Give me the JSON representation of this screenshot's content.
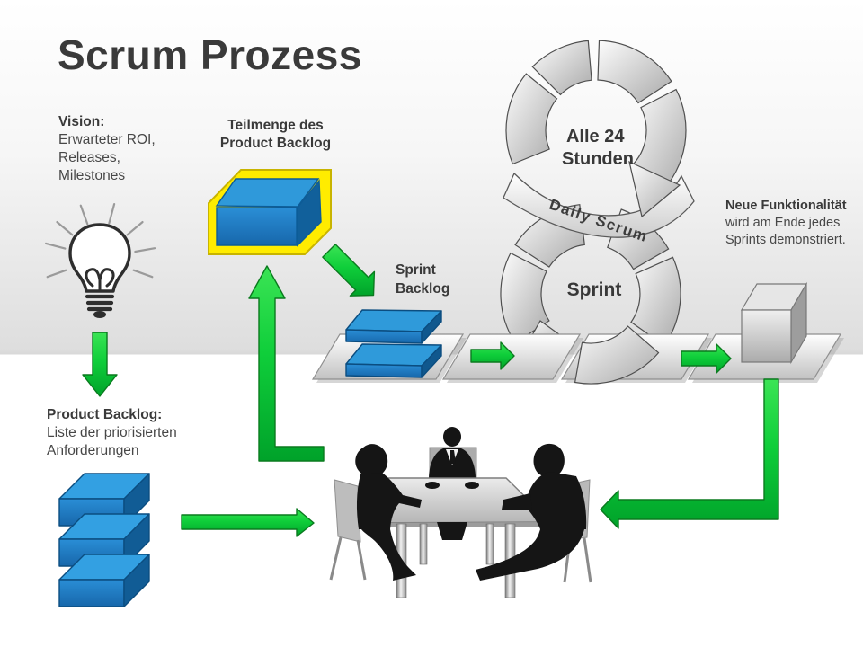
{
  "slide": {
    "title": "Scrum Prozess"
  },
  "vision": {
    "title": "Vision:",
    "lines": [
      "Erwarteter ROI,",
      "Releases,",
      "Milestones"
    ]
  },
  "teilmenge": {
    "lines": [
      "Teilmenge des",
      "Product Backlog"
    ]
  },
  "sprint_backlog_label": {
    "lines": [
      "Sprint",
      "Backlog"
    ]
  },
  "product_backlog": {
    "title": "Product Backlog:",
    "lines": [
      "Liste der priorisierten",
      "Anforderungen"
    ]
  },
  "new_functionality": {
    "title": "Neue Funktionalität",
    "lines": [
      "wird am Ende jedes",
      "Sprints demonstriert."
    ]
  },
  "cycle": {
    "daily_label_line1": "Alle 24",
    "daily_label_line2": "Stunden",
    "ribbon_label": "Daily Scrum",
    "sprint_label": "Sprint"
  },
  "colors": {
    "accent_green": "#12c93c",
    "box_blue": "#1e7fc8",
    "highlight_yellow": "#ffec00",
    "ring_gray": "#c6c6c6",
    "text_dark": "#3d3d3d"
  }
}
